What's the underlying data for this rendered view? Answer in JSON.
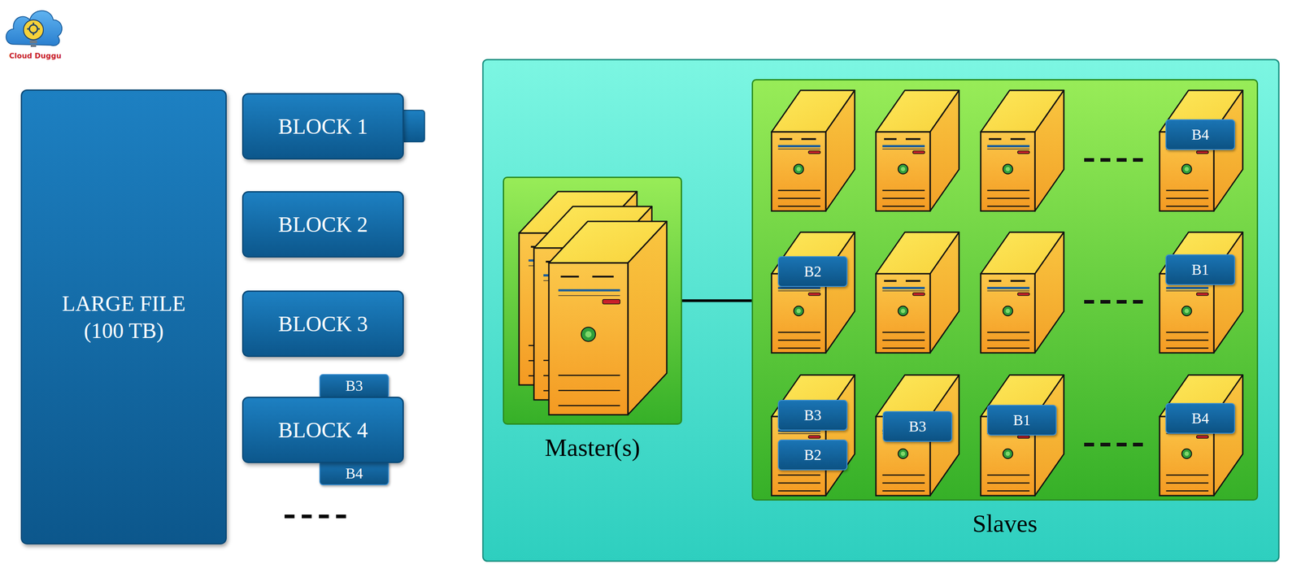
{
  "diagram": {
    "nodes": [
      {
        "text": [
          "LARGE FILE (100 TB)"
        ]
      },
      {
        "text": [
          "BLOCK 1"
        ]
      },
      {
        "text": [
          "BLOCK 2"
        ]
      },
      {
        "text": [
          "BLOCK 3"
        ]
      },
      {
        "text": [
          "B3"
        ]
      },
      {
        "text": [
          "BLOCK 4"
        ]
      },
      {
        "text": [
          "B4"
        ]
      },
      {
        "text": [
          "Master(s)"
        ]
      },
      {
        "text": [
          "Slaves"
        ]
      },
      {
        "text": [
          "B4"
        ],
        "in": 8
      },
      {
        "text": [
          "B2"
        ],
        "in": 8
      },
      {
        "text": [
          "B1"
        ],
        "in": 8
      },
      {
        "text": [
          "B3"
        ],
        "in": 8
      },
      {
        "text": [
          "B2"
        ],
        "in": 8
      },
      {
        "text": [
          "B3"
        ],
        "in": 8
      },
      {
        "text": [
          "B1"
        ],
        "in": 8
      },
      {
        "text": [
          "B4"
        ],
        "in": 8
      }
    ],
    "edges": [
      {
        "from": 7,
        "to": 8,
        "arrow": "none"
      }
    ],
    "labels": [
      "Cloud Duggu"
    ]
  }
}
